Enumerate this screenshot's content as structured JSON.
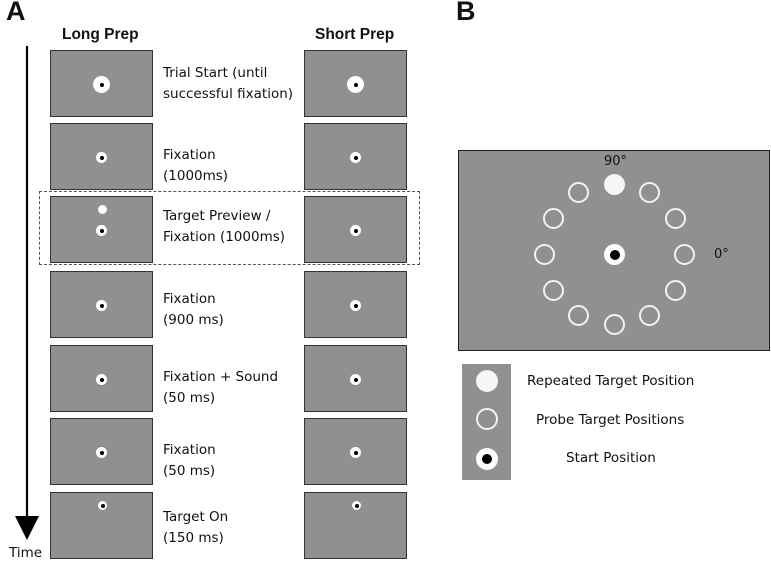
{
  "panel_a": {
    "letter": "A",
    "col_long": "Long Prep",
    "col_short": "Short Prep",
    "time_label": "Time",
    "stages": [
      {
        "line1": "Trial Start (until",
        "line2": "successful fixation)"
      },
      {
        "line1": "Fixation",
        "line2": "(1000ms)"
      },
      {
        "line1": "Target Preview /",
        "line2": "Fixation (1000ms)"
      },
      {
        "line1": "Fixation",
        "line2": "(900 ms)"
      },
      {
        "line1": "Fixation + Sound",
        "line2": "(50 ms)"
      },
      {
        "line1": "Fixation",
        "line2": "(50 ms)"
      },
      {
        "line1": "Target On",
        "line2": "(150 ms)"
      }
    ]
  },
  "panel_b": {
    "letter": "B",
    "angle_top": "90°",
    "angle_right": "0°",
    "legend": {
      "repeated": "Repeated Target Position",
      "probe": "Probe Target Positions",
      "start": "Start Position"
    }
  },
  "colors": {
    "screen_gray": "#909090",
    "fixation_white": "#ffffff",
    "start_black": "#000000"
  }
}
